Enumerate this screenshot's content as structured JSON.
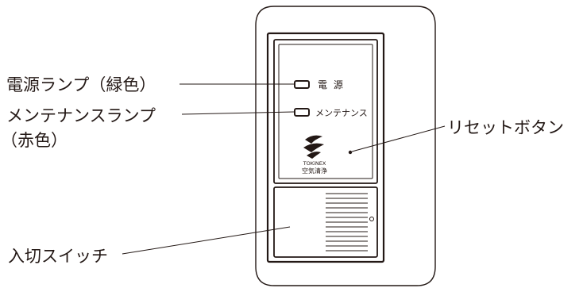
{
  "callouts": {
    "power_lamp": "電源ランプ（緑色）",
    "maintenance_lamp_line1": "メンテナンスランプ",
    "maintenance_lamp_line2": "（赤色）",
    "reset_button": "リセットボタン",
    "power_switch": "入切スイッチ"
  },
  "panel": {
    "power_label": "電 源",
    "maintenance_label": "メンテナンス",
    "brand_name": "TOKiNEX",
    "brand_caption": "空気清浄"
  }
}
